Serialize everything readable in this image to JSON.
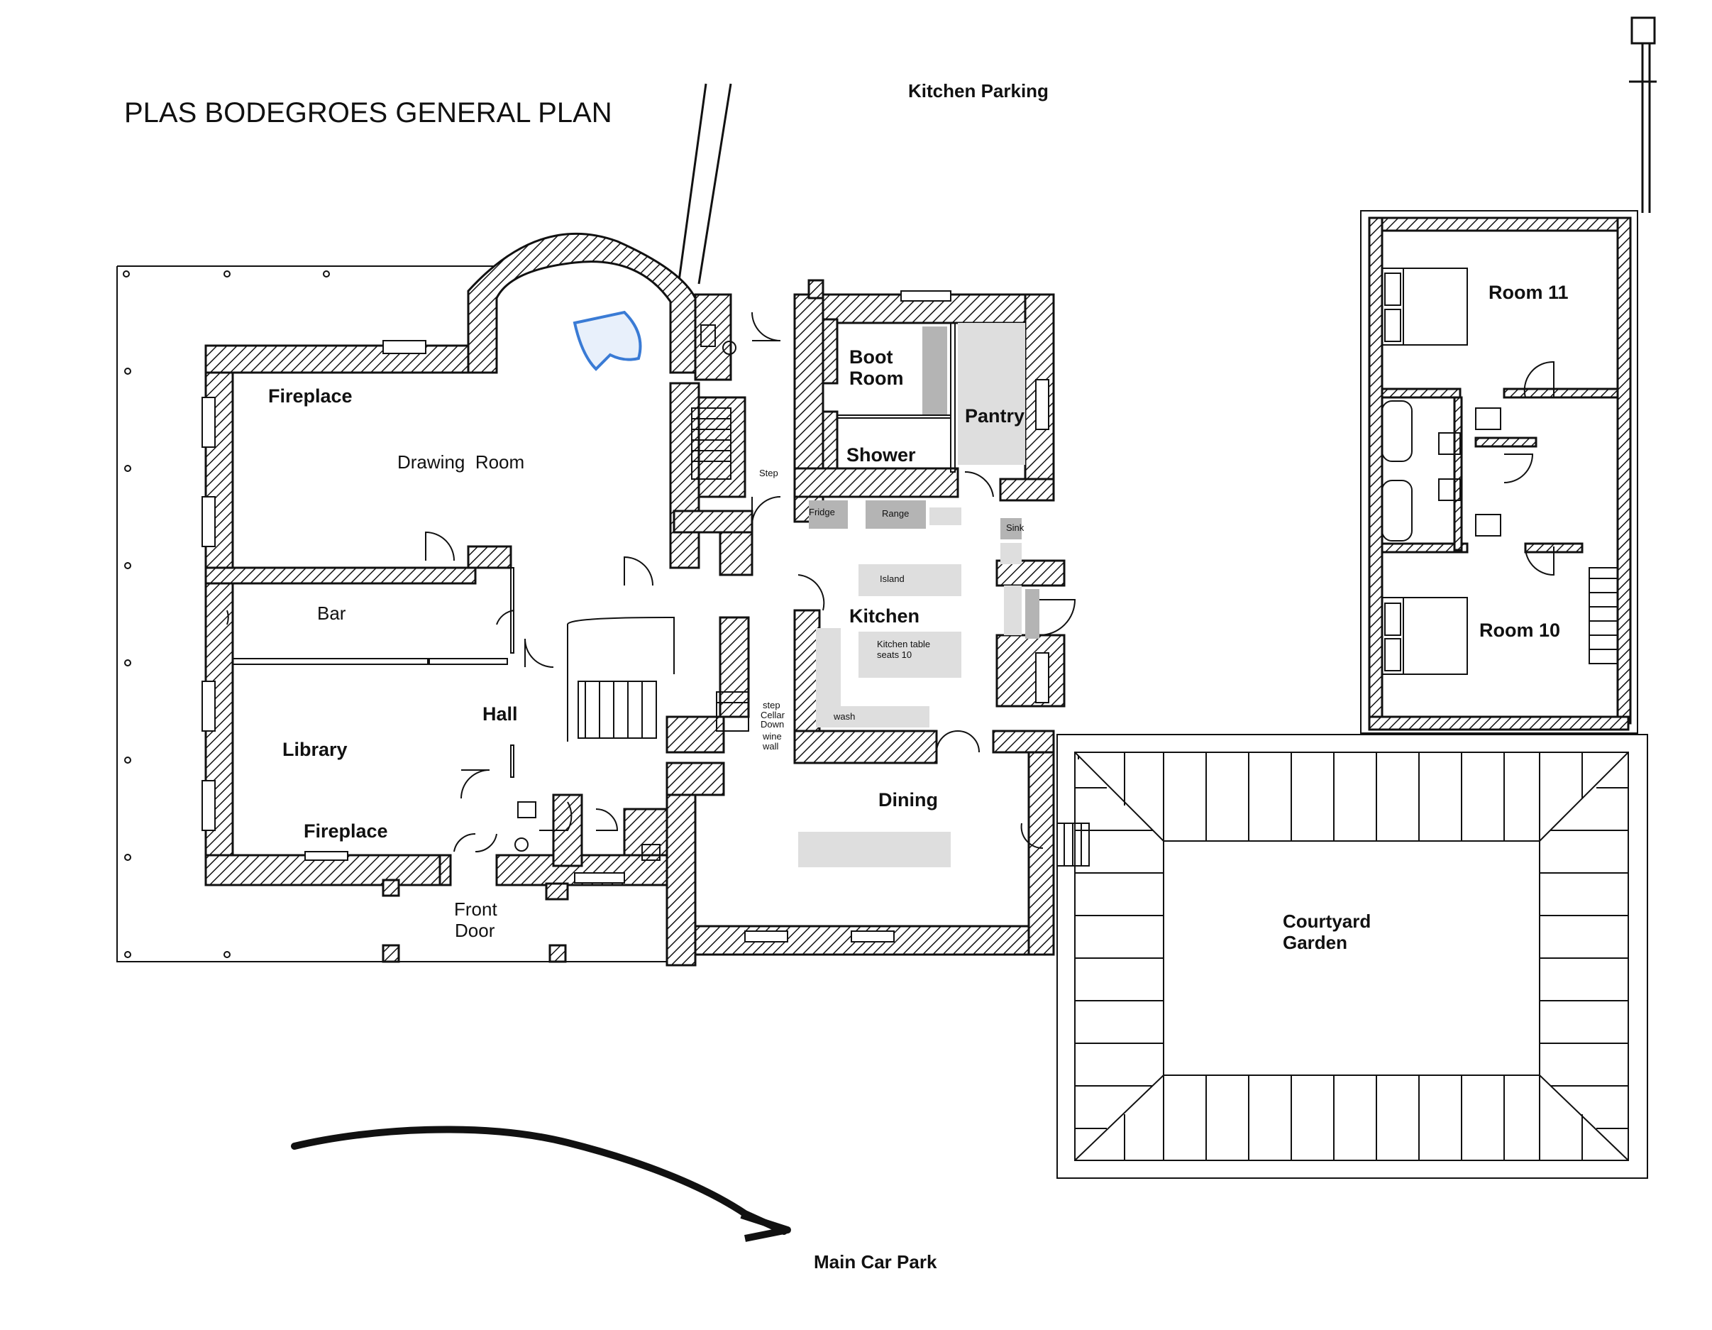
{
  "title": "PLAS BODEGROES GENERAL PLAN",
  "labels": {
    "kitchen_parking": "Kitchen Parking",
    "main_car_park": "Main Car Park",
    "courtyard_1": "Courtyard",
    "courtyard_2": "Garden",
    "room11": "Room 11",
    "room10": "Room 10",
    "boot_1": "Boot",
    "boot_2": "Room",
    "pantry": "Pantry",
    "shower": "Shower",
    "drawing_room": "Drawing  Room",
    "fireplace_top": "Fireplace",
    "fireplace_bottom": "Fireplace",
    "bar": "Bar",
    "library": "Library",
    "hall": "Hall",
    "front_1": "Front",
    "front_2": "Door",
    "kitchen": "Kitchen",
    "dining": "Dining",
    "step_top": "Step",
    "fridge": "Fridge",
    "range": "Range",
    "sink": "Sink",
    "island": "Island",
    "table_1": "Kitchen table",
    "table_2": "seats 10",
    "wash": "wash",
    "step_low": "step",
    "cellar": "Cellar",
    "down": "Down",
    "wine": "wine",
    "wall": "wall"
  },
  "colors": {
    "line": "#111111",
    "hatch": "#111111",
    "appliance": "#b4b4b4",
    "fixture": "#dedede",
    "piano": "#3a7bd5"
  }
}
